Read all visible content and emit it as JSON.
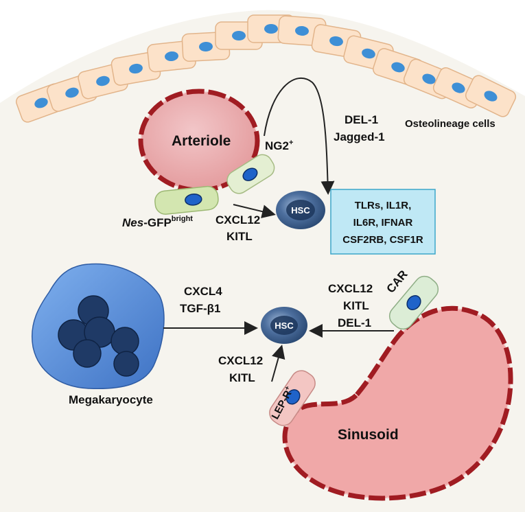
{
  "labels": {
    "osteo": "Osteolineage cells",
    "arteriole": "Arteriole",
    "ng2": "NG2",
    "ng2_sup": "+",
    "del1": "DEL-1",
    "jagged": "Jagged-1",
    "nes_italic": "Nes",
    "nes_rest": "-GFP",
    "nes_sup": "bright",
    "cxcl12_top": "CXCL12",
    "kitl_top": "KITL",
    "hsc_top": "HSC",
    "receptors": [
      "TLRs, IL1R,",
      "IL6R, IFNAR",
      "CSF2RB, CSF1R"
    ],
    "cxcl4": "CXCL4",
    "tgf": "TGF-β1",
    "hsc_bottom": "HSC",
    "megakaryocyte": "Megakaryocyte",
    "cxcl12_right": "CXCL12",
    "kitl_right": "KITL",
    "del1_right": "DEL-1",
    "car": "CAR",
    "cxcl12_bottom": "CXCL12",
    "kitl_bottom": "KITL",
    "lepr": "LEP-R",
    "lepr_sup": "+",
    "sinusoid": "Sinusoid"
  },
  "colors": {
    "background_region": "#f6f4ee",
    "osteo_cell": "#fce2c9",
    "osteo_nucleus": "#3e8fd6",
    "vessel_fill": "#e8a3a6",
    "vessel_border": "#a01c22",
    "hsc": "#3d5d8a",
    "receptor_box": "#bfe8f5",
    "megakaryocyte": "#5b8fd8",
    "mk_nucleus": "#1f3a66",
    "nes_cell": "#d3e6b0",
    "ng2_cell": "#e4efd2",
    "car_cell": "#dcedd6",
    "lepr_cell": "#f3c6c3",
    "cell_nucleus": "#1f63c9"
  }
}
